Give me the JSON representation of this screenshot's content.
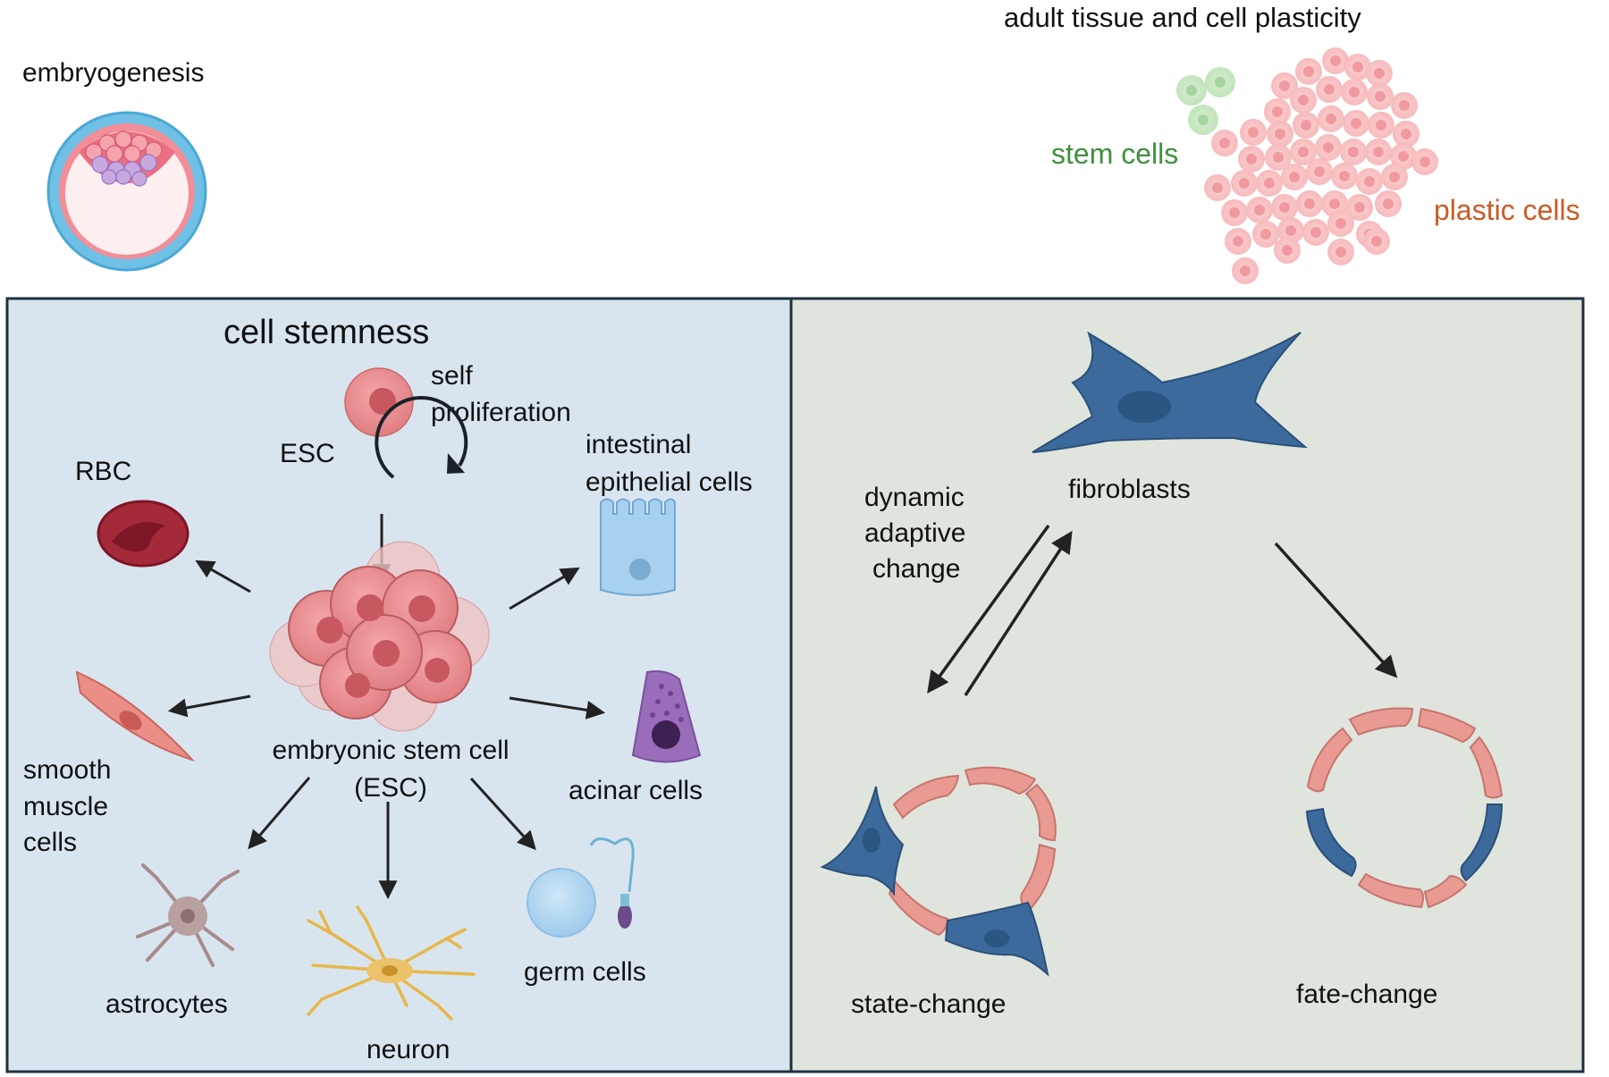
{
  "top": {
    "embryogenesis_label": "embryogenesis",
    "adult_title": "adult tissue and cell plasticity",
    "stem_cells_label": "stem cells",
    "plastic_cells_label": "plastic cells"
  },
  "left_panel": {
    "title": "cell stemness",
    "esc_top_label": "ESC",
    "self_proliferation_line1": "self",
    "self_proliferation_line2": "proliferation",
    "center_label_line1": "embryonic stem cell",
    "center_label_line2": "(ESC)",
    "rbc_label": "RBC",
    "intestinal_line1": "intestinal",
    "intestinal_line2": "epithelial cells",
    "smooth_line1": "smooth",
    "smooth_line2": "muscle",
    "smooth_line3": "cells",
    "acinar_label": "acinar cells",
    "astrocytes_label": "astrocytes",
    "neuron_label": "neuron",
    "germ_label": "germ cells"
  },
  "right_panel": {
    "fibroblasts_label": "fibroblasts",
    "dynamic_line1": "dynamic",
    "dynamic_line2": "adaptive",
    "dynamic_line3": "change",
    "state_change_label": "state-change",
    "fate_change_label": "fate-change"
  },
  "colors": {
    "left_panel_bg": "#d9e5ee",
    "right_panel_bg": "#dfe5dc",
    "panel_border": "#1f3040",
    "esc_pink": "#df7f82",
    "fibroblast_blue": "#3d6a9c",
    "stem_green": "#3f8f3f",
    "plastic_orange": "#cc5a24"
  }
}
